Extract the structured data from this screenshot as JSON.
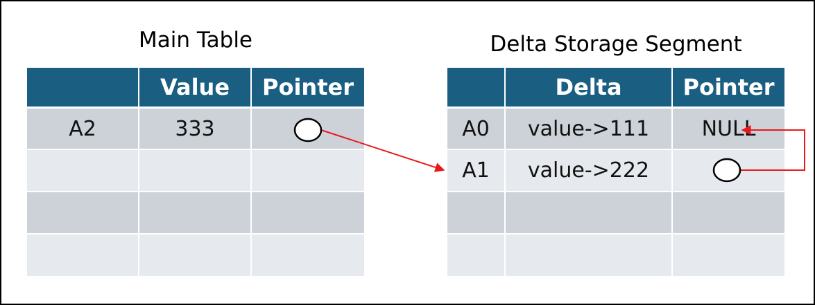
{
  "main_table": {
    "title": "Main Table",
    "headers": [
      "",
      "Value",
      "Pointer"
    ],
    "rows": [
      [
        "A2",
        "333",
        ""
      ],
      [
        "",
        "",
        ""
      ],
      [
        "",
        "",
        ""
      ],
      [
        "",
        "",
        ""
      ]
    ]
  },
  "delta_table": {
    "title": "Delta Storage Segment",
    "headers": [
      "",
      "Delta",
      "Pointer"
    ],
    "rows": [
      [
        "A0",
        "value->111",
        "NULL"
      ],
      [
        "A1",
        "value->222",
        ""
      ],
      [
        "",
        "",
        ""
      ],
      [
        "",
        "",
        ""
      ]
    ]
  },
  "colors": {
    "header": "#1a5e82",
    "row_dark": "#cdd2d9",
    "row_light": "#e6e9ed",
    "arrow": "#e8191b"
  }
}
